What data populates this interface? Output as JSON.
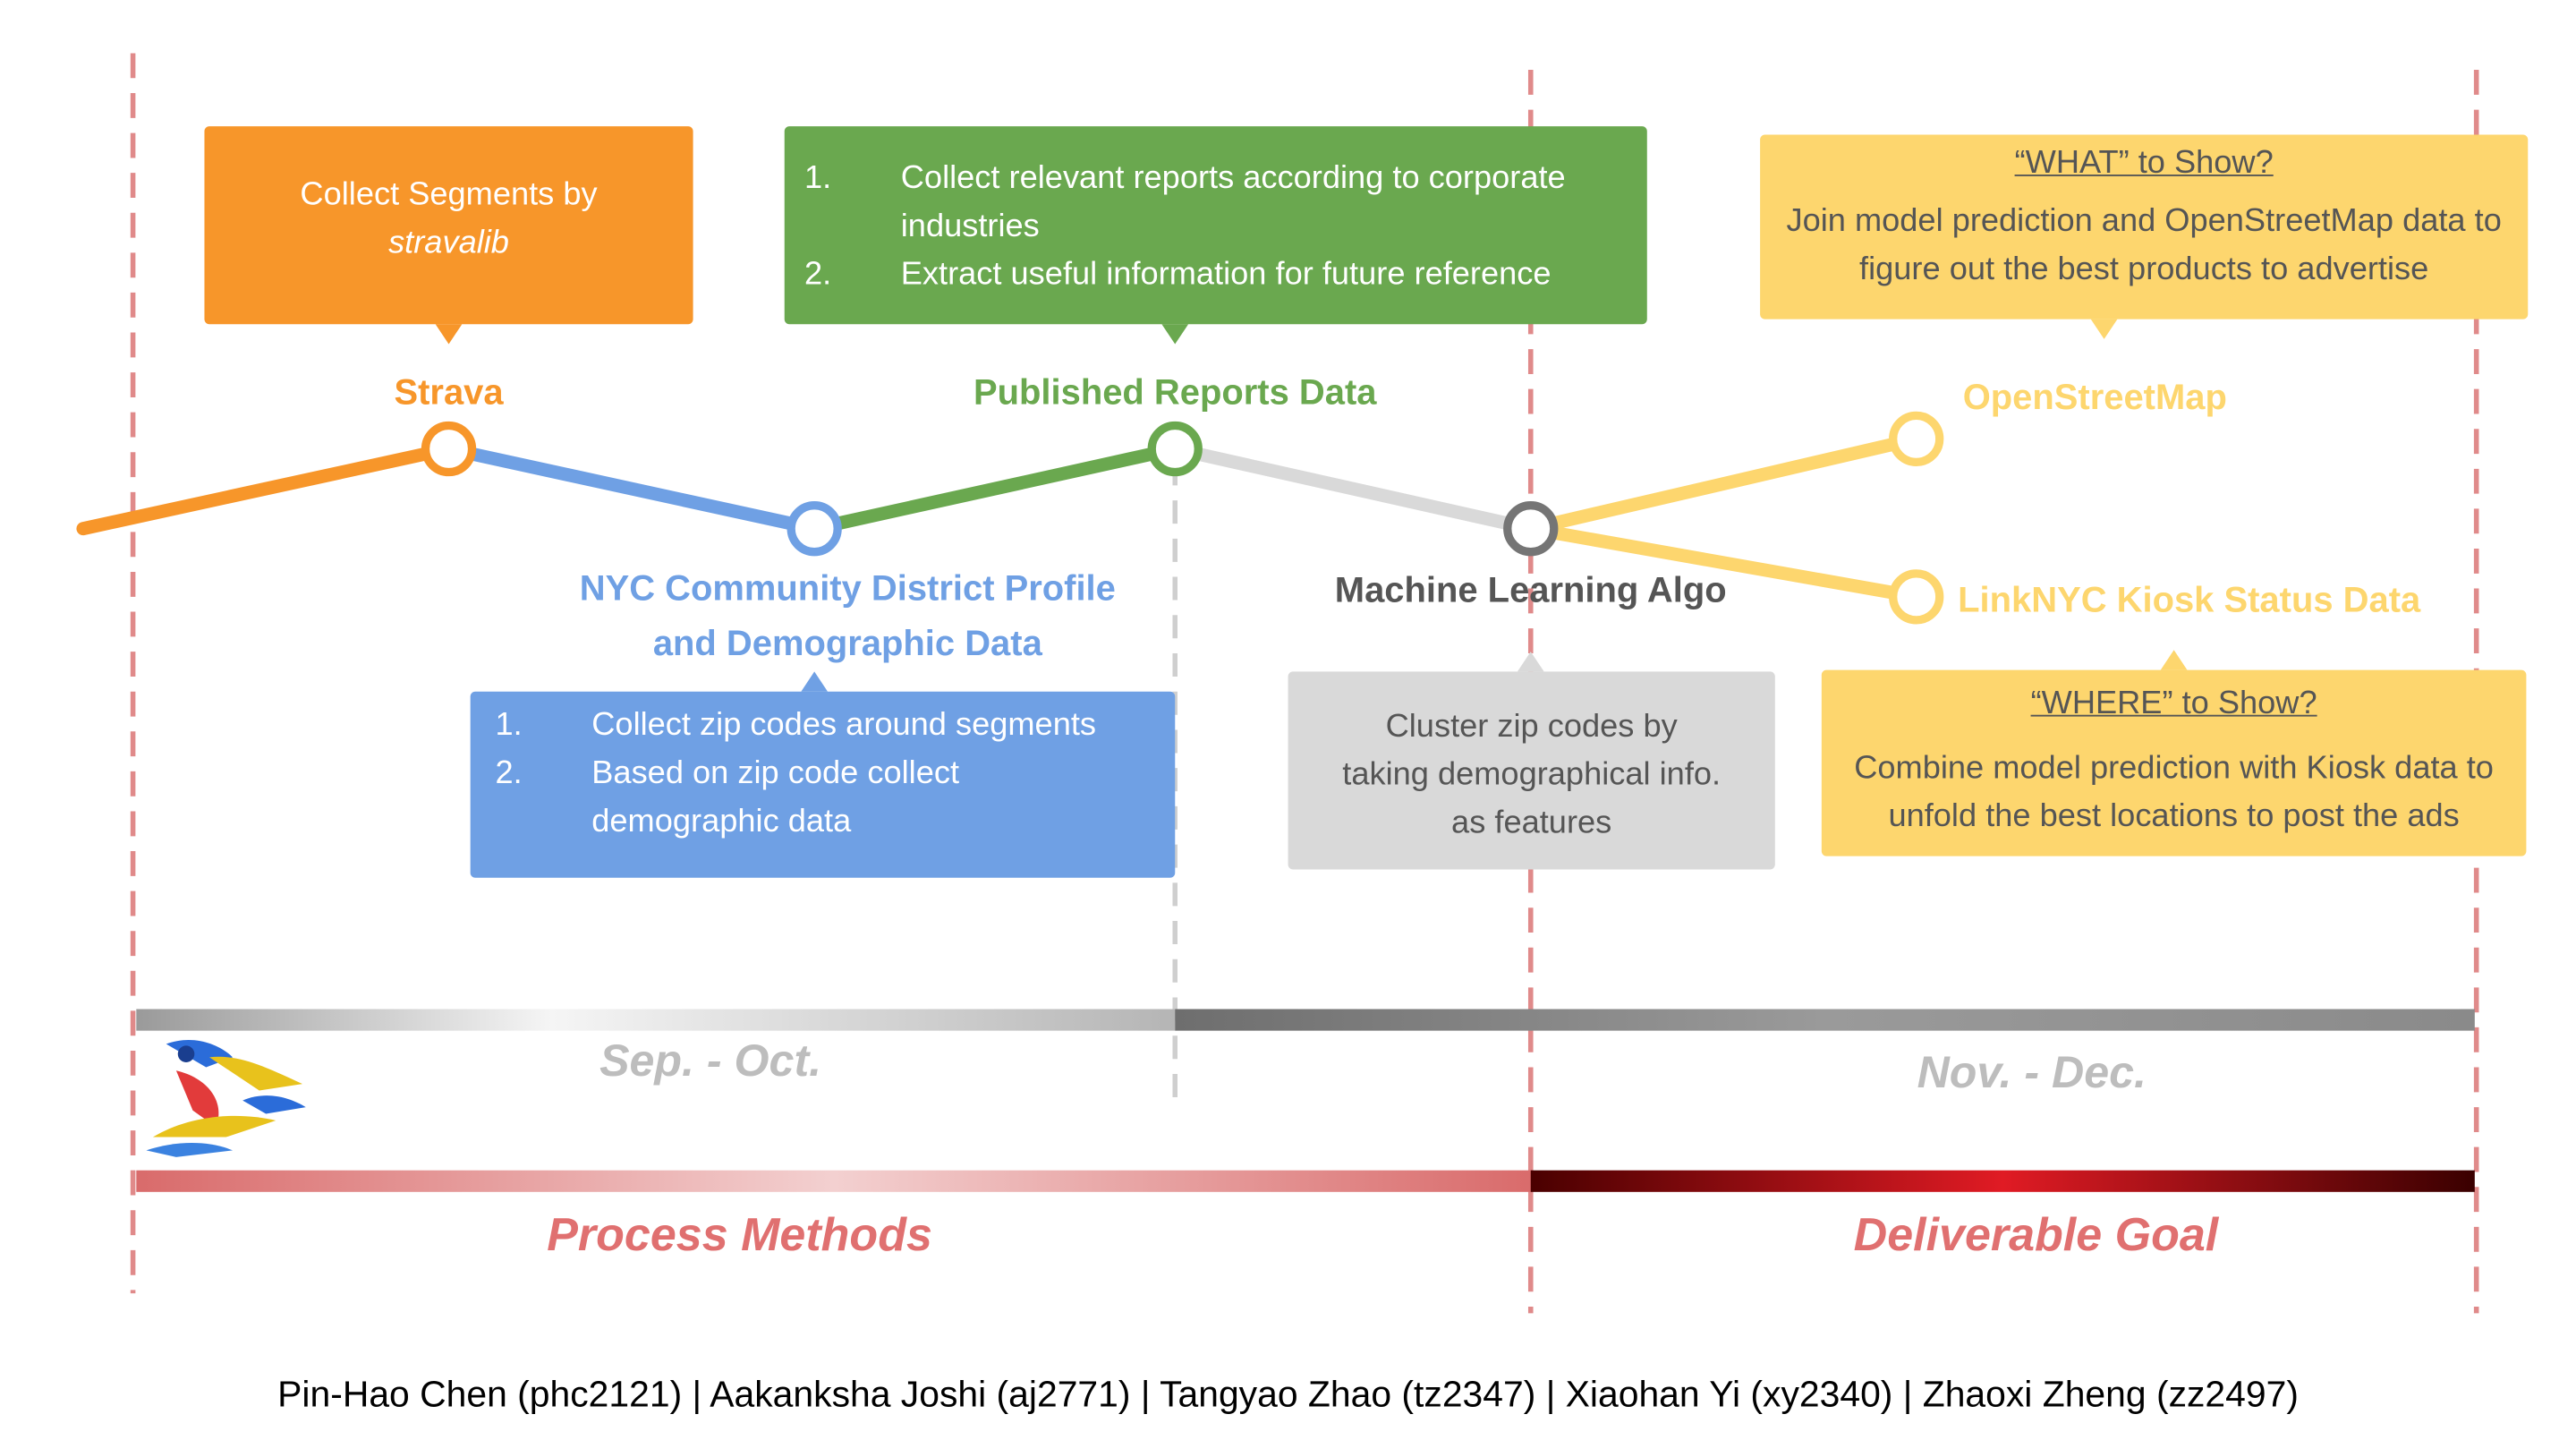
{
  "colors": {
    "strava": "#f7962a",
    "nyc": "#6fa0e4",
    "reports": "#6aa84f",
    "ml": "#d0d0d0",
    "ml_node": "#757575",
    "osm": "#fdd66e",
    "divider": "#e08a8a",
    "phase_text": "#e07070"
  },
  "nodes": {
    "strava": "Strava",
    "nyc_line1": "NYC Community District Profile",
    "nyc_line2": "and Demographic Data",
    "reports": "Published Reports Data",
    "ml": "Machine Learning Algo",
    "osm": "OpenStreetMap",
    "kiosk": "LinkNYC Kiosk Status Data"
  },
  "callouts": {
    "strava": {
      "line1": "Collect Segments by",
      "line2": "stravalib"
    },
    "reports": {
      "items": [
        {
          "num": "1.",
          "text": "Collect relevant reports according to corporate industries"
        },
        {
          "num": "2.",
          "text": "Extract useful information for future reference"
        }
      ]
    },
    "nyc": {
      "items": [
        {
          "num": "1.",
          "text": "Collect zip codes around segments"
        },
        {
          "num": "2.",
          "text": "Based on zip code collect demographic data"
        }
      ]
    },
    "ml": {
      "text": "Cluster zip codes by taking demographical info. as features"
    },
    "what": {
      "title": "“WHAT” to Show?",
      "body": "Join model prediction and OpenStreetMap data to figure out the best products to advertise"
    },
    "where": {
      "title": "“WHERE” to Show?",
      "body": "Combine model prediction with Kiosk data to unfold the best locations to post the ads"
    }
  },
  "periods": {
    "first": "Sep. - Oct.",
    "second": "Nov. - Dec."
  },
  "phases": {
    "process": "Process Methods",
    "deliverable": "Deliverable Goal"
  },
  "logo_icon": "runner-logo-icon",
  "credits": "Pin-Hao Chen (phc2121) | Aakanksha Joshi (aj2771) | Tangyao Zhao (tz2347) | Xiaohan Yi (xy2340) | Zhaoxi Zheng (zz2497)"
}
